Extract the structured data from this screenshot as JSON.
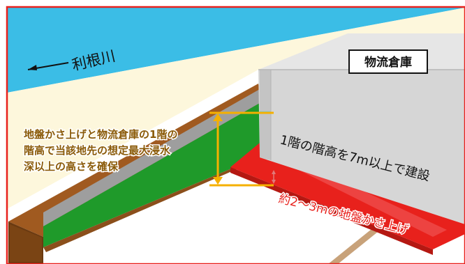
{
  "diagram": {
    "river_label": "利根川",
    "warehouse_label": "物流倉庫",
    "note_lines": [
      "地盤かさ上げと物流倉庫の1階の",
      "階高で当該地先の想定最大浸水",
      "深以上の高さを確保"
    ],
    "floor_height_label": "1階の階高を7m以上で建設",
    "raise_label": "約2～3mの地盤かさ上げ",
    "colors": {
      "river": "#3bbde6",
      "bank": "#fdf7dc",
      "warehouse_front": "#c9c9c9",
      "warehouse_side": "#d9d9d9",
      "warehouse_top": "#e6e6e6",
      "embankment_green": "#1f9a2a",
      "embankment_brown": "#8b4f1b",
      "raise_red": "#e8211c",
      "bracket_orange": "#f5b000",
      "note_text": "#8a5a08",
      "frame_red": "#e8211c"
    }
  }
}
